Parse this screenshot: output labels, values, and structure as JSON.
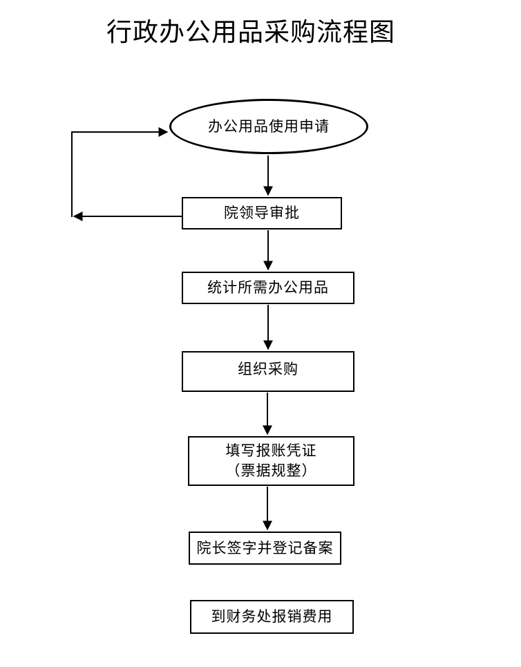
{
  "title": "行政办公用品采购流程图",
  "flow": {
    "start": "办公用品使用申请",
    "approval": "院领导审批",
    "count": "统计所需办公用品",
    "purchase": "组织采购",
    "voucher_line1": "填写报账凭证",
    "voucher_line2": "（票据规整）",
    "sign": "院长签字并登记备案",
    "reimburse": "到财务处报销费用"
  },
  "colors": {
    "line": "#000000",
    "text": "#000000",
    "background": "#ffffff"
  }
}
